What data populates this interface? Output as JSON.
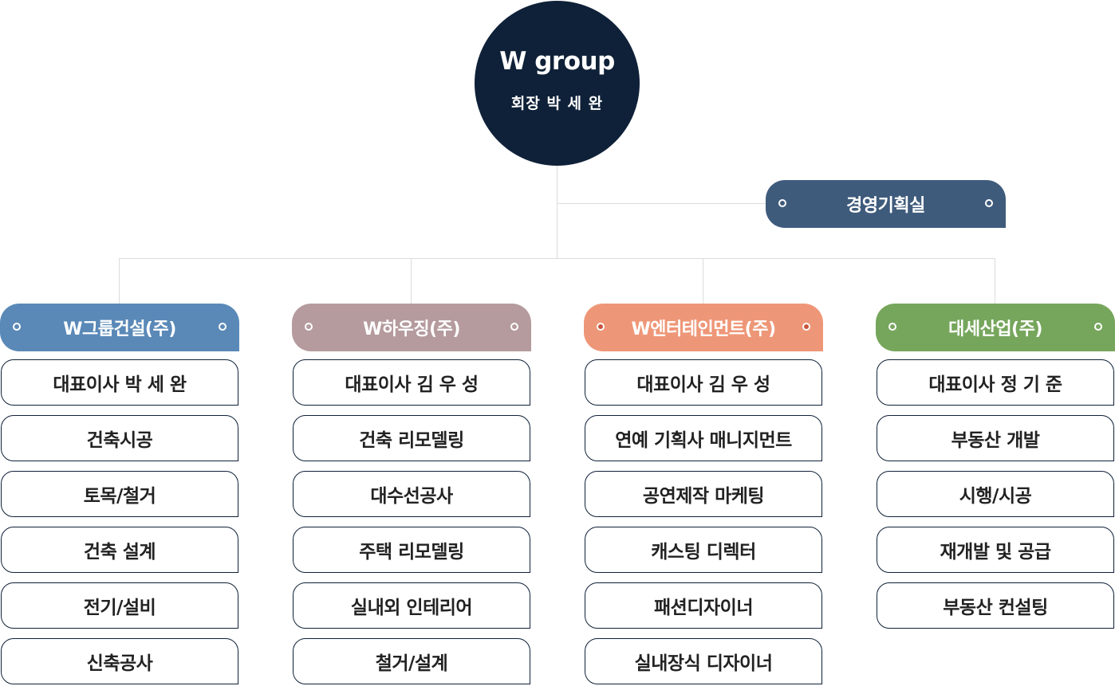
{
  "root": {
    "title": "W group",
    "subtitle": "회장 박 세 완"
  },
  "planning": {
    "label": "경영기획실",
    "color": "#3f5b7c"
  },
  "companies": [
    {
      "name": "W그룹건설(주)",
      "color": "#5a89b8",
      "items": [
        "대표이사 박 세 완",
        "건축시공",
        "토목/철거",
        "건축 설계",
        "전기/설비",
        "신축공사"
      ]
    },
    {
      "name": "W하우징(주)",
      "color": "#b59b9e",
      "items": [
        "대표이사 김 우 성",
        "건축 리모델링",
        "대수선공사",
        "주택 리모델링",
        "실내외 인테리어",
        "철거/설계"
      ]
    },
    {
      "name": "W엔터테인먼트(주)",
      "color": "#ee9778",
      "items": [
        "대표이사 김 우 성",
        "연예 기획사 매니지먼트",
        "공연제작 마케팅",
        "캐스팅 디렉터",
        "패션디자이너",
        "실내장식 디자이너"
      ]
    },
    {
      "name": "대세산업(주)",
      "color": "#76a65c",
      "items": [
        "대표이사 정 기 준",
        "부동산 개발",
        "시행/시공",
        "재개발 및 공급",
        "부동산 컨설팅"
      ]
    }
  ]
}
